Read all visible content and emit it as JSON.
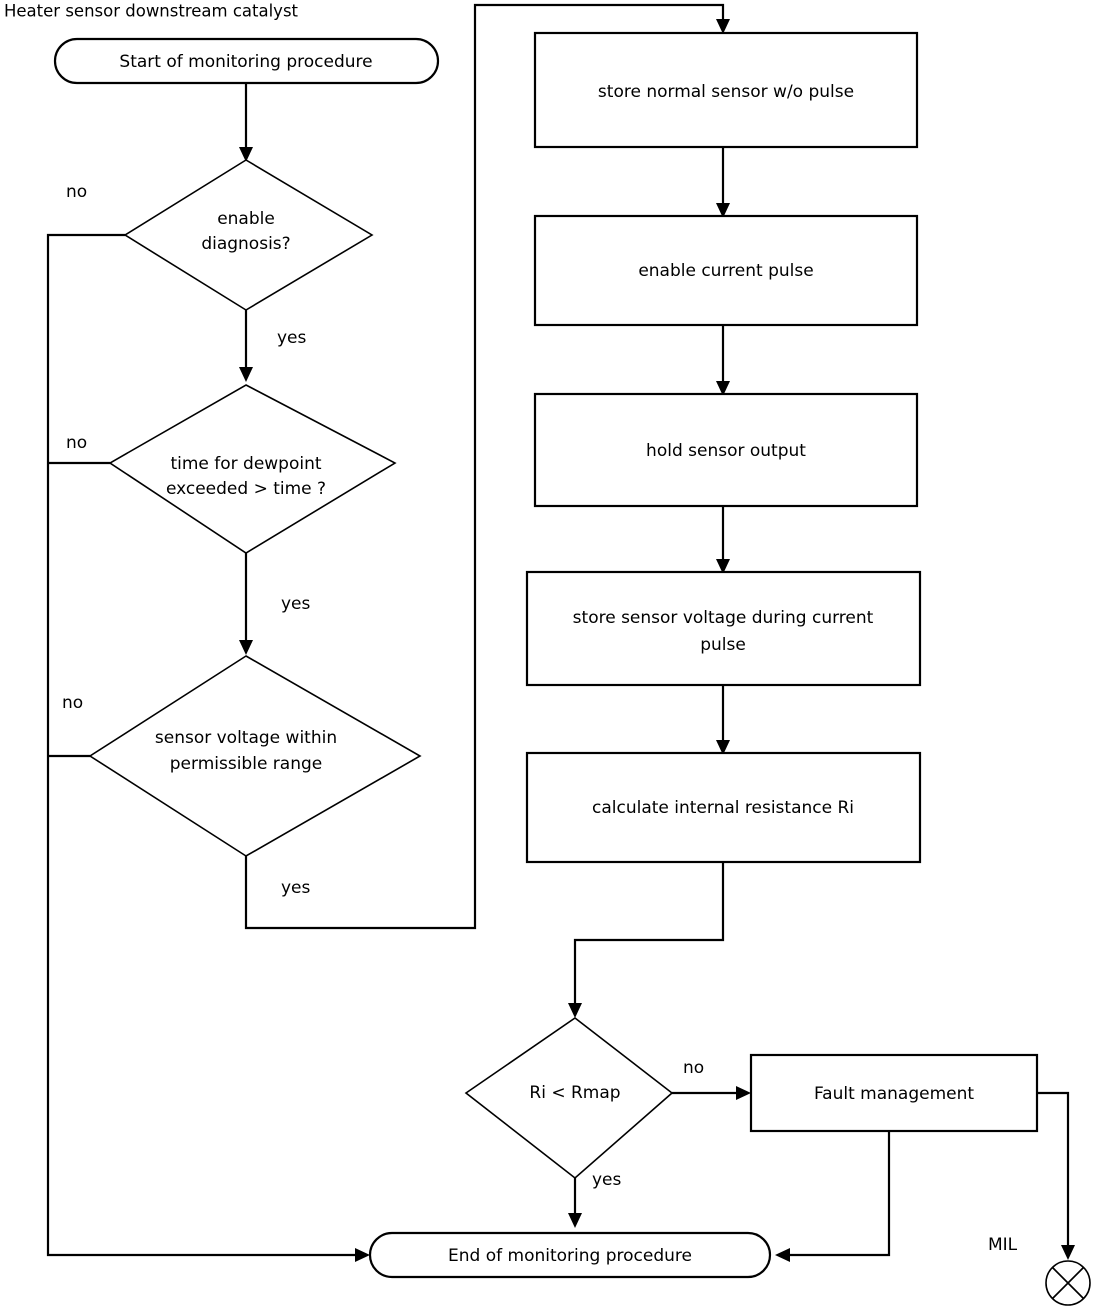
{
  "title": "Heater sensor downstream catalyst",
  "diagram": {
    "type": "flowchart",
    "start_node": {
      "label": "Start of monitoring procedure"
    },
    "end_node": {
      "label": "End of monitoring procedure"
    },
    "decisions": [
      {
        "id": "enable-diagnosis",
        "line1": "enable",
        "line2": "diagnosis?",
        "no_label": "no",
        "yes_label": "yes"
      },
      {
        "id": "dewpoint-time",
        "line1": "time for dewpoint",
        "line2": "exceeded > time ?",
        "no_label": "no",
        "yes_label": "yes"
      },
      {
        "id": "sensor-voltage-range",
        "line1": "sensor voltage within",
        "line2": "permissible range",
        "no_label": "no",
        "yes_label": "yes"
      },
      {
        "id": "ri-rmap",
        "line1": "Ri < Rmap",
        "line2": "",
        "no_label": "no",
        "yes_label": "yes"
      }
    ],
    "processes": [
      {
        "id": "store-normal-sensor",
        "line1": "store normal sensor w/o pulse",
        "line2": ""
      },
      {
        "id": "enable-current-pulse",
        "line1": "enable current pulse",
        "line2": ""
      },
      {
        "id": "hold-sensor-output",
        "line1": "hold sensor output",
        "line2": ""
      },
      {
        "id": "store-sensor-voltage",
        "line1": "store sensor voltage during current",
        "line2": "pulse"
      },
      {
        "id": "calculate-ri",
        "line1": "calculate internal resistance Ri",
        "line2": ""
      },
      {
        "id": "fault-management",
        "line1": "Fault management",
        "line2": ""
      }
    ],
    "indicator": {
      "id": "mil-lamp",
      "label": "MIL"
    },
    "colors": {
      "stroke": "#000000",
      "fill": "#ffffff",
      "text": "#000000"
    }
  }
}
